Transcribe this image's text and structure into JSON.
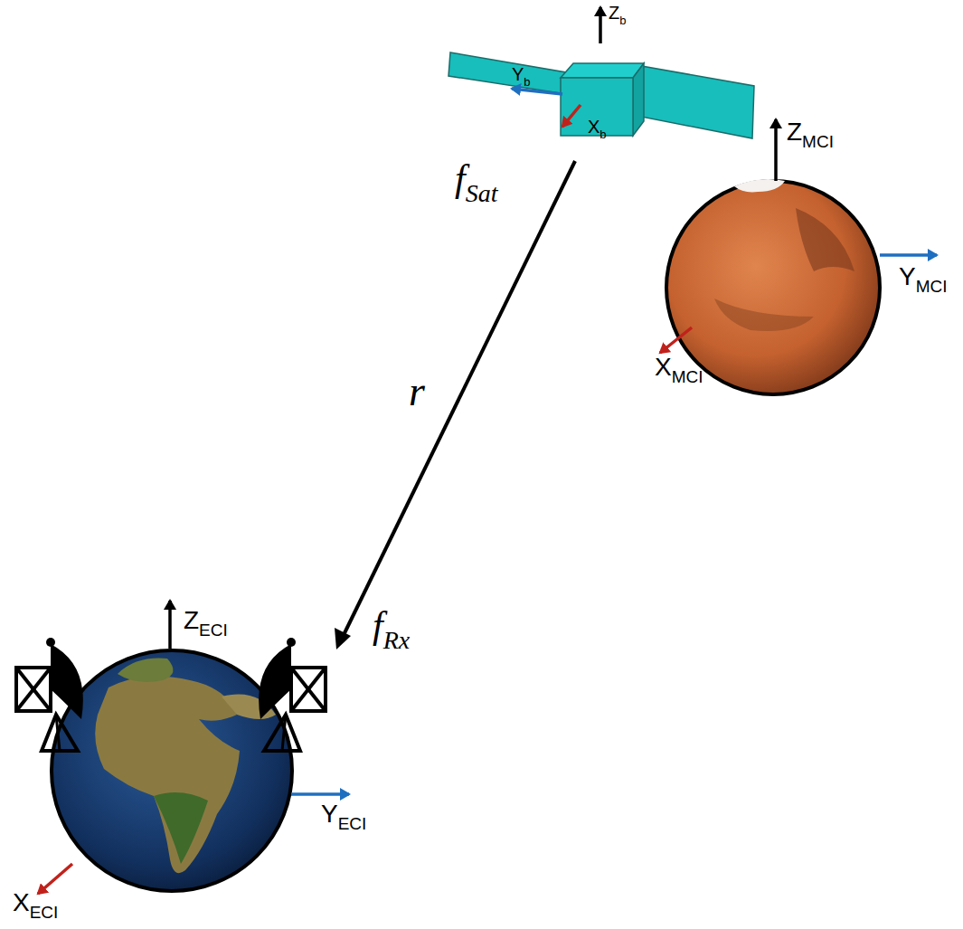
{
  "diagram": {
    "labels": [
      "Z",
      "b",
      "Y",
      "b",
      "X",
      "b",
      "f",
      "Sat",
      "r",
      "f",
      "Rx",
      "Z",
      "MCI",
      "Y",
      "MCI",
      "X",
      "MCI",
      "Z",
      "ECI",
      "Y",
      "ECI",
      "X",
      "ECI"
    ]
  }
}
